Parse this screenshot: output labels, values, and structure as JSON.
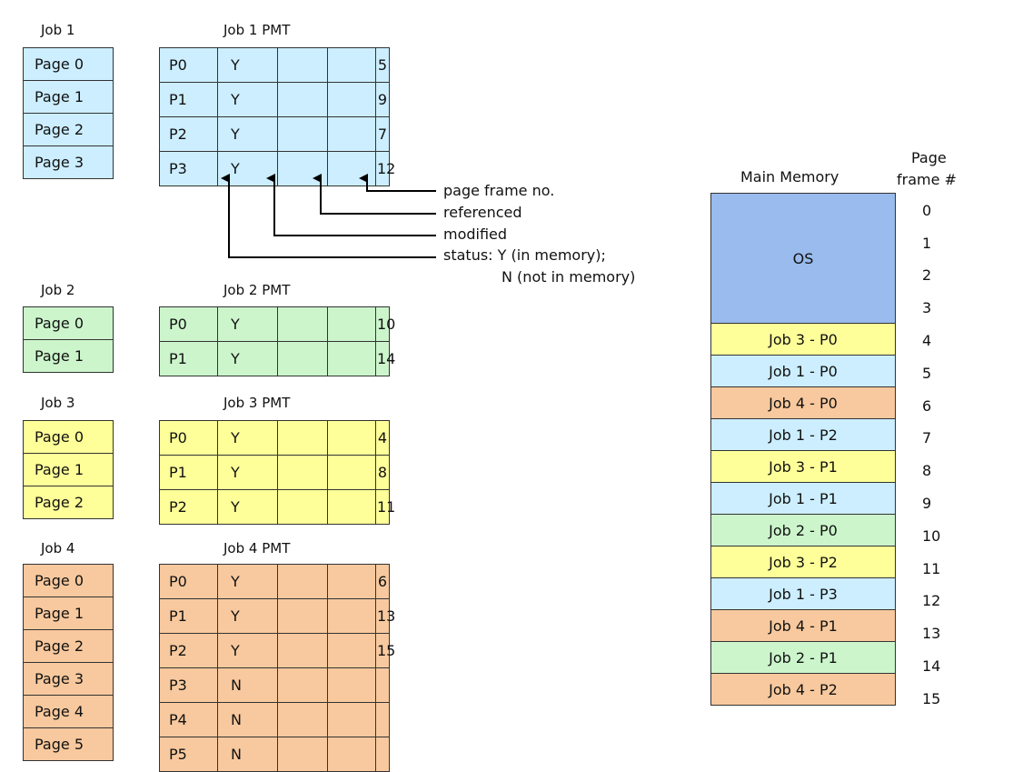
{
  "colors": {
    "job1": "#cceeff",
    "job2": "#ccf5cc",
    "job3": "#ffff99",
    "job4": "#f8c99e",
    "os": "#99bbee"
  },
  "jobs": [
    {
      "label": "Job 1",
      "pmt_label": "Job 1 PMT",
      "color": "#cceeff",
      "pages": [
        "Page 0",
        "Page 1",
        "Page 2",
        "Page 3"
      ],
      "pmt": [
        [
          "P0",
          "Y",
          "",
          "",
          "5"
        ],
        [
          "P1",
          "Y",
          "",
          "",
          "9"
        ],
        [
          "P2",
          "Y",
          "",
          "",
          "7"
        ],
        [
          "P3",
          "Y",
          "",
          "",
          "12"
        ]
      ]
    },
    {
      "label": "Job 2",
      "pmt_label": "Job 2 PMT",
      "color": "#ccf5cc",
      "pages": [
        "Page 0",
        "Page 1"
      ],
      "pmt": [
        [
          "P0",
          "Y",
          "",
          "",
          "10"
        ],
        [
          "P1",
          "Y",
          "",
          "",
          "14"
        ]
      ]
    },
    {
      "label": "Job 3",
      "pmt_label": "Job 3 PMT",
      "color": "#ffff99",
      "pages": [
        "Page 0",
        "Page 1",
        "Page 2"
      ],
      "pmt": [
        [
          "P0",
          "Y",
          "",
          "",
          "4"
        ],
        [
          "P1",
          "Y",
          "",
          "",
          "8"
        ],
        [
          "P2",
          "Y",
          "",
          "",
          "11"
        ]
      ]
    },
    {
      "label": "Job 4",
      "pmt_label": "Job 4 PMT",
      "color": "#f8c99e",
      "pages": [
        "Page 0",
        "Page 1",
        "Page 2",
        "Page 3",
        "Page 4",
        "Page 5"
      ],
      "pmt": [
        [
          "P0",
          "Y",
          "",
          "",
          "6"
        ],
        [
          "P1",
          "Y",
          "",
          "",
          "13"
        ],
        [
          "P2",
          "Y",
          "",
          "",
          "15"
        ],
        [
          "P3",
          "N",
          "",
          "",
          ""
        ],
        [
          "P4",
          "N",
          "",
          "",
          ""
        ],
        [
          "P5",
          "N",
          "",
          "",
          ""
        ]
      ]
    }
  ],
  "legend": {
    "frame": "page frame no.",
    "referenced": "referenced",
    "modified": "modified",
    "status_line1": "status: Y (in memory);",
    "status_line2": "N (not in memory)"
  },
  "memory": {
    "title": "Main Memory",
    "frame_header_1": "Page",
    "frame_header_2": "frame #",
    "os_label": "OS",
    "cells": [
      {
        "label": "Job 3 - P0",
        "color": "#ffff99"
      },
      {
        "label": "Job 1 - P0",
        "color": "#cceeff"
      },
      {
        "label": "Job 4 - P0",
        "color": "#f8c99e"
      },
      {
        "label": "Job 1 - P2",
        "color": "#cceeff"
      },
      {
        "label": "Job 3 - P1",
        "color": "#ffff99"
      },
      {
        "label": "Job 1 - P1",
        "color": "#cceeff"
      },
      {
        "label": "Job 2 - P0",
        "color": "#ccf5cc"
      },
      {
        "label": "Job 3 - P2",
        "color": "#ffff99"
      },
      {
        "label": "Job 1 - P3",
        "color": "#cceeff"
      },
      {
        "label": "Job 4 - P1",
        "color": "#f8c99e"
      },
      {
        "label": "Job 2 - P1",
        "color": "#ccf5cc"
      },
      {
        "label": "Job 4 - P2",
        "color": "#f8c99e"
      }
    ],
    "frames": [
      "0",
      "1",
      "2",
      "3",
      "4",
      "5",
      "6",
      "7",
      "8",
      "9",
      "10",
      "11",
      "12",
      "13",
      "14",
      "15"
    ]
  }
}
